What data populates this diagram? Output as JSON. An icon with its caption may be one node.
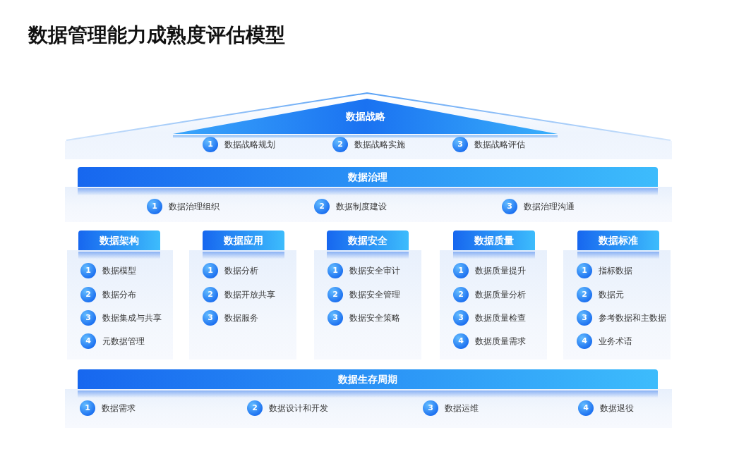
{
  "diagram": {
    "title": "数据管理能力成熟度评估模型",
    "nodes": [
      {
        "text": [
          "数据战略"
        ]
      },
      {
        "text": [
          "1"
        ],
        "in": 0,
        "beside": [
          "数据战略规划"
        ]
      },
      {
        "text": [
          "2"
        ],
        "in": 0,
        "beside": [
          "数据战略实施"
        ]
      },
      {
        "text": [
          "3"
        ],
        "in": 0,
        "beside": [
          "数据战略评估"
        ]
      },
      {
        "text": [
          "数据治理"
        ]
      },
      {
        "text": [
          "1"
        ],
        "in": 4,
        "beside": [
          "数据治理组织"
        ]
      },
      {
        "text": [
          "2"
        ],
        "in": 4,
        "beside": [
          "数据制度建设"
        ]
      },
      {
        "text": [
          "3"
        ],
        "in": 4,
        "beside": [
          "数据治理沟通"
        ]
      },
      {
        "text": [
          "数据架构"
        ]
      },
      {
        "text": [
          "1"
        ],
        "in": 8,
        "beside": [
          "数据模型"
        ]
      },
      {
        "text": [
          "2"
        ],
        "in": 8,
        "beside": [
          "数据分布"
        ]
      },
      {
        "text": [
          "3"
        ],
        "in": 8,
        "beside": [
          "数据集成与共享"
        ]
      },
      {
        "text": [
          "4"
        ],
        "in": 8,
        "beside": [
          "元数据管理"
        ]
      },
      {
        "text": [
          "数据应用"
        ]
      },
      {
        "text": [
          "1"
        ],
        "in": 13,
        "beside": [
          "数据分析"
        ]
      },
      {
        "text": [
          "2"
        ],
        "in": 13,
        "beside": [
          "数据开放共享"
        ]
      },
      {
        "text": [
          "3"
        ],
        "in": 13,
        "beside": [
          "数据服务"
        ]
      },
      {
        "text": [
          "数据安全"
        ]
      },
      {
        "text": [
          "1"
        ],
        "in": 17,
        "beside": [
          "数据安全审计"
        ]
      },
      {
        "text": [
          "2"
        ],
        "in": 17,
        "beside": [
          "数据安全管理"
        ]
      },
      {
        "text": [
          "3"
        ],
        "in": 17,
        "beside": [
          "数据安全策略"
        ]
      },
      {
        "text": [
          "数据质量"
        ]
      },
      {
        "text": [
          "1"
        ],
        "in": 21,
        "beside": [
          "数据质量提升"
        ]
      },
      {
        "text": [
          "2"
        ],
        "in": 21,
        "beside": [
          "数据质量分析"
        ]
      },
      {
        "text": [
          "3"
        ],
        "in": 21,
        "beside": [
          "数据质量检查"
        ]
      },
      {
        "text": [
          "4"
        ],
        "in": 21,
        "beside": [
          "数据质量需求"
        ]
      },
      {
        "text": [
          "数据标准"
        ]
      },
      {
        "text": [
          "1"
        ],
        "in": 26,
        "beside": [
          "指标数据"
        ]
      },
      {
        "text": [
          "2"
        ],
        "in": 26,
        "beside": [
          "数据元"
        ]
      },
      {
        "text": [
          "3"
        ],
        "in": 26,
        "beside": [
          "参考数据和主数据"
        ]
      },
      {
        "text": [
          "4"
        ],
        "in": 26,
        "beside": [
          "业务术语"
        ]
      },
      {
        "text": [
          "数据生存周期"
        ]
      },
      {
        "text": [
          "1"
        ],
        "in": 31,
        "beside": [
          "数据需求"
        ]
      },
      {
        "text": [
          "2"
        ],
        "in": 31,
        "beside": [
          "数据设计和开发"
        ]
      },
      {
        "text": [
          "3"
        ],
        "in": 31,
        "beside": [
          "数据运维"
        ]
      },
      {
        "text": [
          "4"
        ],
        "in": 31,
        "beside": [
          "数据退役"
        ]
      }
    ]
  }
}
